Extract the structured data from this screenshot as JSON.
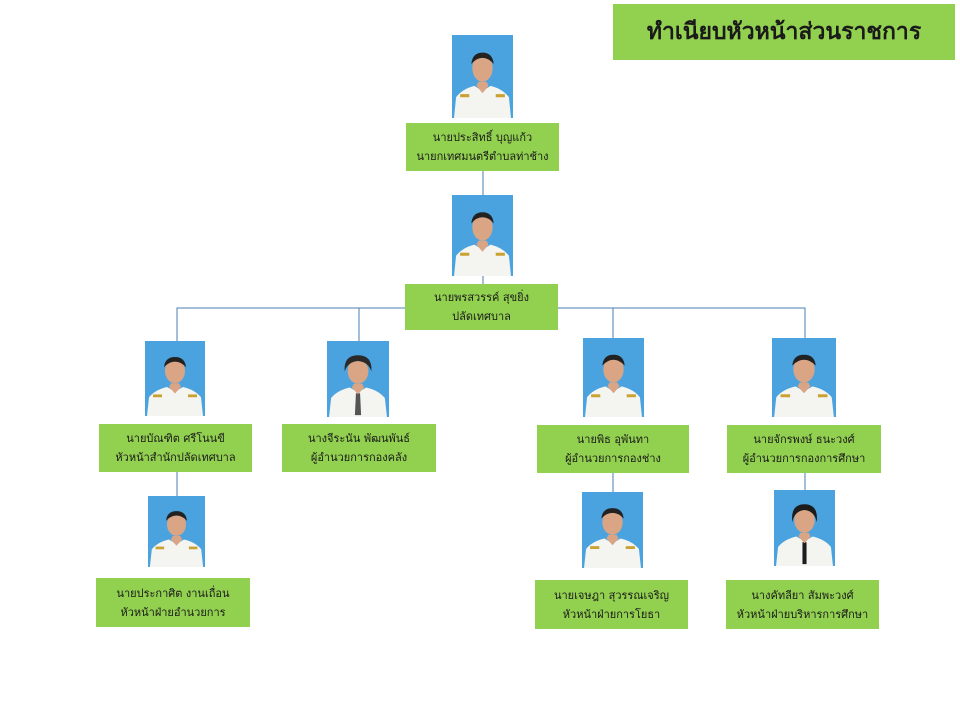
{
  "title": "ทำเนียบหัวหน้าส่วนราชการ",
  "colors": {
    "box_fill": "#92d050",
    "connector": "#4a7fb5",
    "photo_background": "#4aa3df",
    "uniform": "#f4f4f0"
  },
  "people": {
    "mayor": {
      "name": "นายประสิทธิ์ บุญแก้ว",
      "position": "นายกเทศมนตรีตำบลท่าช้าง"
    },
    "clerk": {
      "name": "นายพรสวรรค์ สุขยิ่ง",
      "position": "ปลัดเทศบาล"
    },
    "office_head": {
      "name": "นายบัณฑิต  ศรีโนนขี",
      "position": "หัวหน้าสำนักปลัดเทศบาล"
    },
    "finance_director": {
      "name": "นางจีระนัน  พัฒนพันธ์",
      "position": "ผู้อำนวยการกองคลัง"
    },
    "engineering_director": {
      "name": "นายพิธ อุพันทา",
      "position": "ผู้อำนวยการกองช่าง"
    },
    "education_director": {
      "name": "นายจักรพงษ์ ธนะวงศ์",
      "position": "ผู้อำนวยการกองการศึกษา"
    },
    "admin_section_head": {
      "name": "นายประกาศิต   งานเถื่อน",
      "position": "หัวหน้าฝ่ายอำนวยการ"
    },
    "public_works_head": {
      "name": "นายเจษฎา สุวรรณเจริญ",
      "position": "หัวหน้าฝ่ายการโยธา"
    },
    "education_admin_head": {
      "name": "นางคัทลียา สัมพะวงศ์",
      "position": "หัวหน้าฝ่ายบริหารการศึกษา"
    }
  }
}
